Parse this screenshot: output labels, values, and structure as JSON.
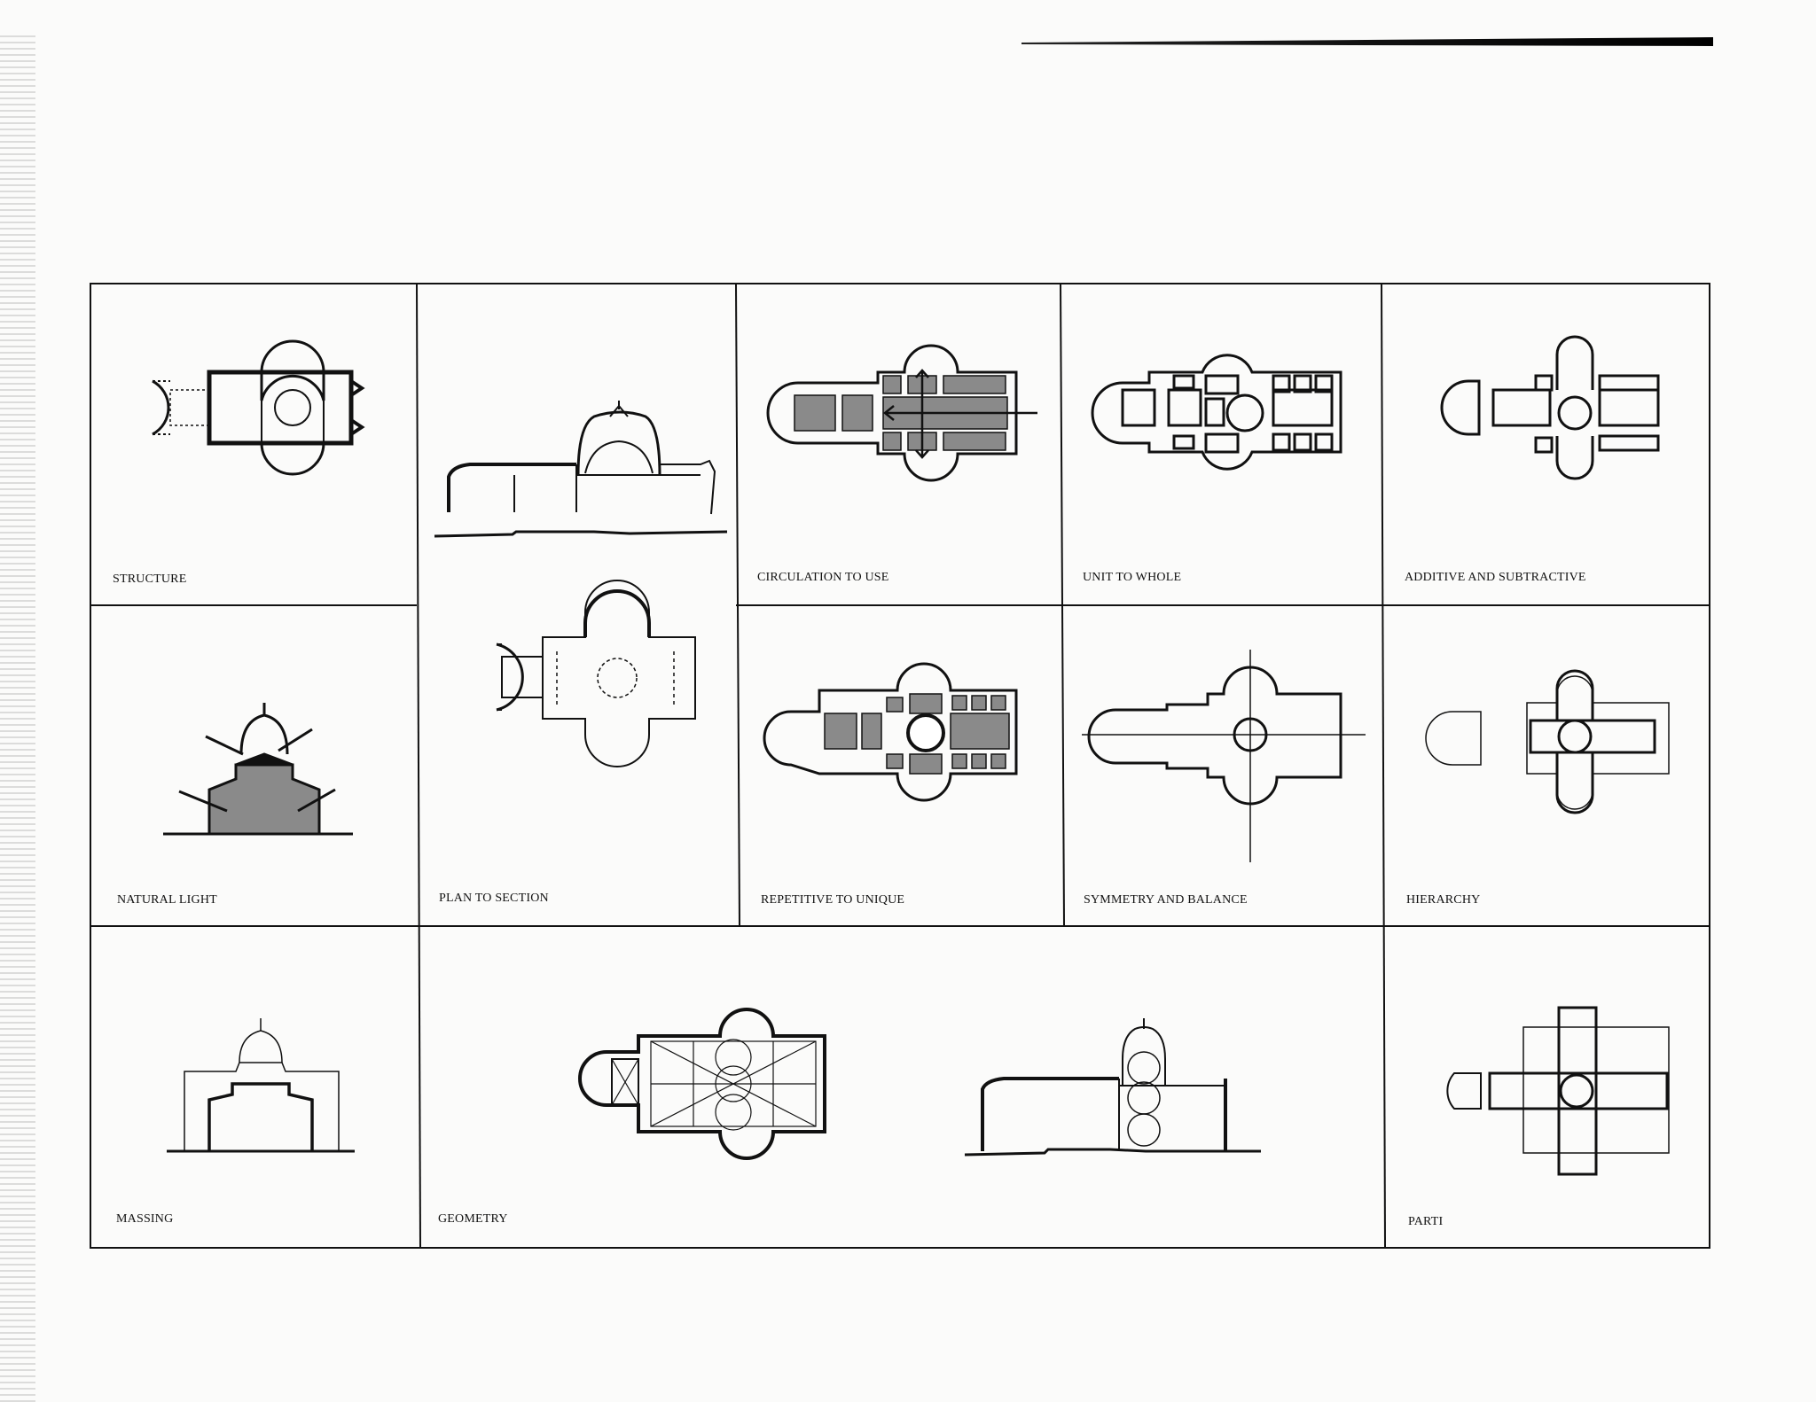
{
  "colors": {
    "ink": "#111111",
    "paper": "#fbfbfa",
    "tone": "#8a8a8a"
  },
  "cells": [
    {
      "id": "structure",
      "label": "STRUCTURE"
    },
    {
      "id": "plan-to-section",
      "label": "PLAN TO SECTION"
    },
    {
      "id": "circulation-to-use",
      "label": "CIRCULATION TO USE"
    },
    {
      "id": "unit-to-whole",
      "label": "UNIT TO WHOLE"
    },
    {
      "id": "additive-and-subtractive",
      "label": "ADDITIVE AND SUBTRACTIVE"
    },
    {
      "id": "natural-light",
      "label": "NATURAL LIGHT"
    },
    {
      "id": "repetitive-to-unique",
      "label": "REPETITIVE TO UNIQUE"
    },
    {
      "id": "symmetry-and-balance",
      "label": "SYMMETRY AND BALANCE"
    },
    {
      "id": "hierarchy",
      "label": "HIERARCHY"
    },
    {
      "id": "massing",
      "label": "MASSING"
    },
    {
      "id": "geometry",
      "label": "GEOMETRY"
    },
    {
      "id": "parti",
      "label": "PARTI"
    }
  ]
}
